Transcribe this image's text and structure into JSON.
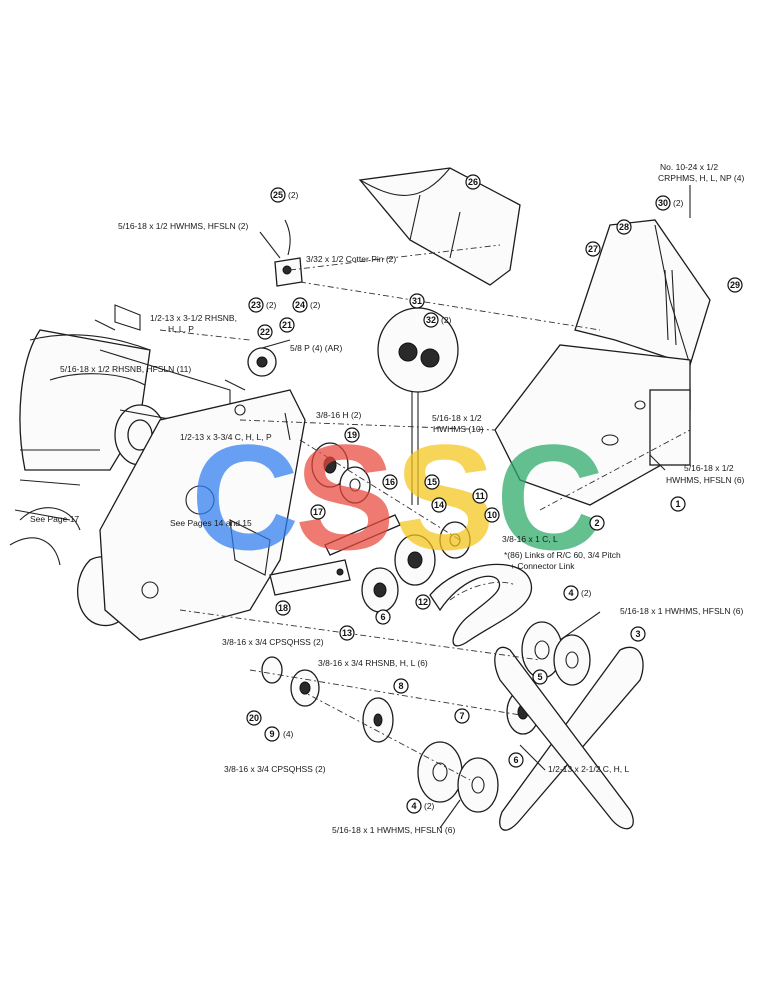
{
  "watermark": {
    "letters": [
      {
        "char": "C",
        "color": "#2f7ef0"
      },
      {
        "char": "S",
        "color": "#e8483d"
      },
      {
        "char": "S",
        "color": "#f5c518"
      },
      {
        "char": "C",
        "color": "#2aa866"
      }
    ]
  },
  "callouts": [
    {
      "n": "1"
    },
    {
      "n": "2"
    },
    {
      "n": "3"
    },
    {
      "n": "4",
      "qty": "(2)"
    },
    {
      "n": "4",
      "qty": "(2)"
    },
    {
      "n": "5"
    },
    {
      "n": "6"
    },
    {
      "n": "6"
    },
    {
      "n": "7"
    },
    {
      "n": "8"
    },
    {
      "n": "9",
      "qty": "(4)"
    },
    {
      "n": "10"
    },
    {
      "n": "11"
    },
    {
      "n": "12"
    },
    {
      "n": "13"
    },
    {
      "n": "14"
    },
    {
      "n": "15"
    },
    {
      "n": "16"
    },
    {
      "n": "17"
    },
    {
      "n": "18"
    },
    {
      "n": "19"
    },
    {
      "n": "20"
    },
    {
      "n": "21"
    },
    {
      "n": "22"
    },
    {
      "n": "23",
      "qty": "(2)"
    },
    {
      "n": "24",
      "qty": "(2)"
    },
    {
      "n": "25",
      "qty": "(2)"
    },
    {
      "n": "26"
    },
    {
      "n": "27"
    },
    {
      "n": "28"
    },
    {
      "n": "29"
    },
    {
      "n": "30",
      "qty": "(2)"
    },
    {
      "n": "31"
    },
    {
      "n": "32",
      "qty": "(2)"
    }
  ],
  "labels": {
    "l01": "No. 10-24 x 1/2",
    "l02": "CRPHMS, H, L, NP (4)",
    "l03": "5/16-18 x 1/2 HWHMS, HFSLN (2)",
    "l04": "3/32 x 1/2 Cotter Pin (2)",
    "l05": "1/2-13 x 3-1/2 RHSNB,",
    "l06": "H, L, P",
    "l07": "5/16-18 x 1/2 RHSNB, HFSLN (11)",
    "l08": "5/8 P (4) (AR)",
    "l09": "3/8-16 H (2)",
    "l10": "5/16-18 x 1/2",
    "l11": "HWHMS (10)",
    "l12": "1/2-13 x 3-3/4 C, H, L, P",
    "l13": "5/16-18 x 1/2",
    "l14": "HWHMS, HFSLN (6)",
    "l15": "See Page 17",
    "l16": "See Pages 14 and 15",
    "l17": "3/8-16 x 1 C, L",
    "l18": "*(86) Links of R/C 60, 3/4 Pitch",
    "l19": "+ Connector Link",
    "l20": "5/16-18 x 1 HWHMS, HFSLN (6)",
    "l21": "3/8-16 x 3/4 CPSQHSS (2)",
    "l22": "3/8-16 x 3/4 RHSNB, H, L (6)",
    "l23": "3/8-16 x 3/4 CPSQHSS (2)",
    "l24": "1/2-13 x 2-1/2 C, H, L",
    "l25": "5/16-18 x 1 HWHMS, HFSLN (6)"
  }
}
